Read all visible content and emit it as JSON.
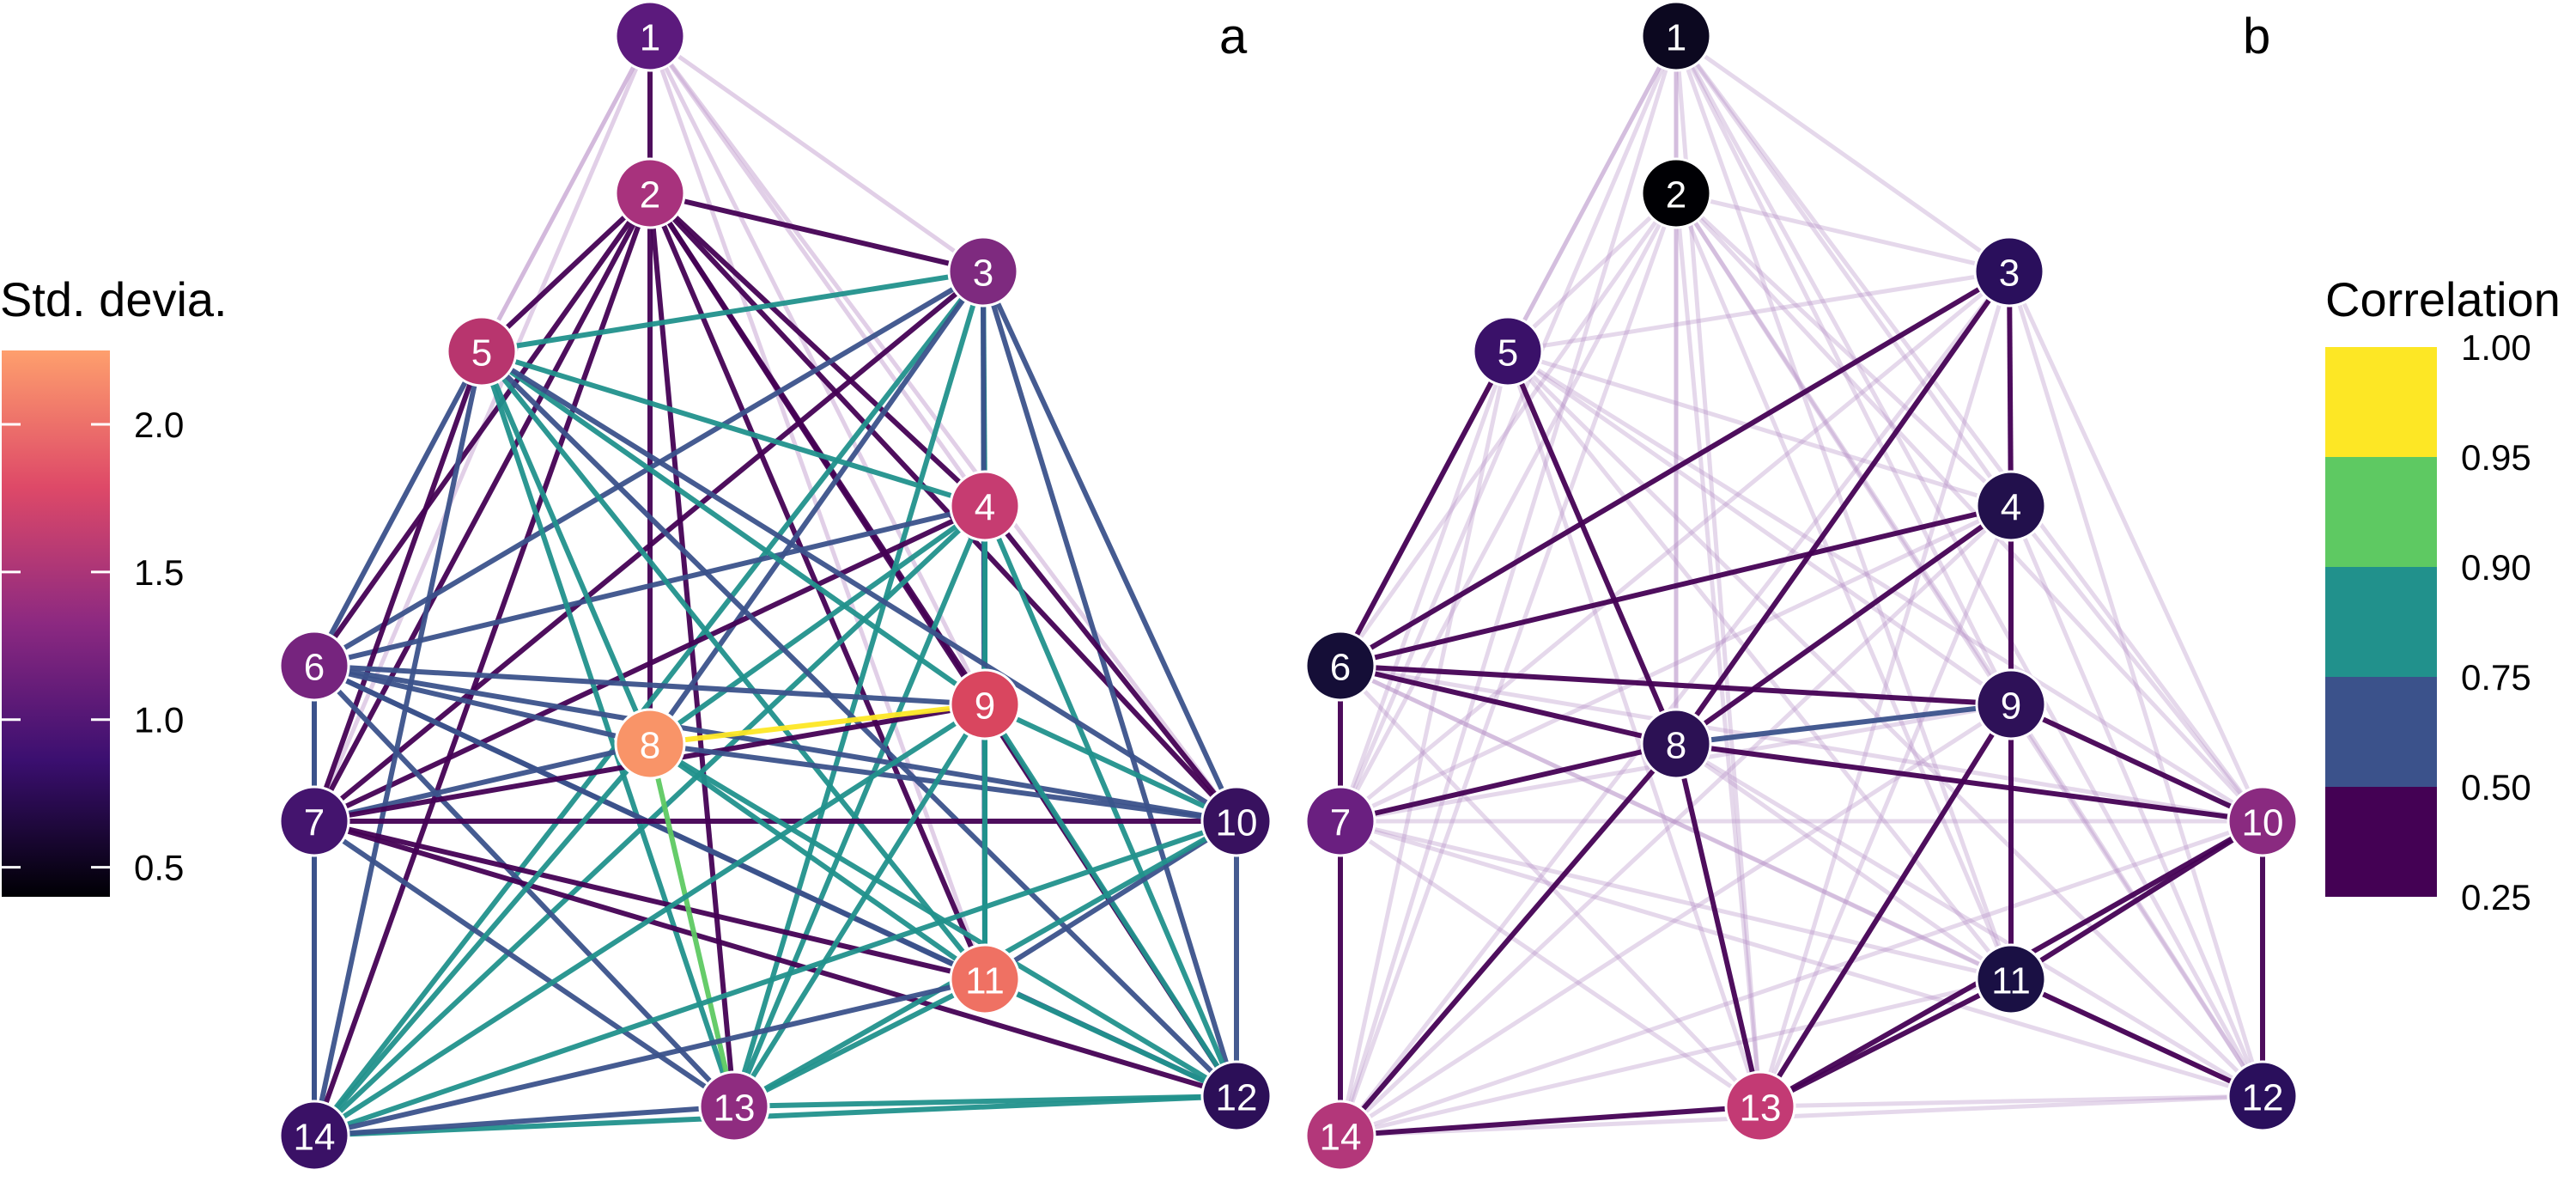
{
  "figure": {
    "panel_a": {
      "label": "a"
    },
    "panel_b": {
      "label": "b"
    }
  },
  "legend_left": {
    "title": "Std. devia.",
    "ticks": [
      "2.0",
      "1.5",
      "1.0",
      "0.5"
    ],
    "tick_values": [
      2.0,
      1.5,
      1.0,
      0.5
    ],
    "range": [
      0.4,
      2.25
    ],
    "palette": [
      "#000004",
      "#3b0f70",
      "#8c2981",
      "#de4968",
      "#fe9f6d"
    ]
  },
  "legend_right": {
    "title": "Correlation",
    "ticks": [
      "1.00",
      "0.95",
      "0.90",
      "0.75",
      "0.50",
      "0.25"
    ],
    "bins": [
      {
        "from": 0.95,
        "to": 1.0,
        "color": "#fde725"
      },
      {
        "from": 0.9,
        "to": 0.95,
        "color": "#5ec962"
      },
      {
        "from": 0.75,
        "to": 0.9,
        "color": "#21918c"
      },
      {
        "from": 0.5,
        "to": 0.75,
        "color": "#3b528b"
      },
      {
        "from": 0.25,
        "to": 0.5,
        "color": "#440154"
      }
    ]
  },
  "nodes": [
    {
      "id": "1",
      "label": "1",
      "color_a": "#5c1a7d",
      "color_b": "#0c0820"
    },
    {
      "id": "2",
      "label": "2",
      "color_a": "#a8327d",
      "color_b": "#000004"
    },
    {
      "id": "3",
      "label": "3",
      "color_a": "#7e2a7f",
      "color_b": "#2a0f5c"
    },
    {
      "id": "4",
      "label": "4",
      "color_a": "#c63c71",
      "color_b": "#22104c"
    },
    {
      "id": "5",
      "label": "5",
      "color_a": "#b8356e",
      "color_b": "#3a1169"
    },
    {
      "id": "6",
      "label": "6",
      "color_a": "#76247e",
      "color_b": "#150e37"
    },
    {
      "id": "7",
      "label": "7",
      "color_a": "#44146e",
      "color_b": "#6a1f80"
    },
    {
      "id": "8",
      "label": "8",
      "color_a": "#f99468",
      "color_b": "#2c1154"
    },
    {
      "id": "9",
      "label": "9",
      "color_a": "#d9465f",
      "color_b": "#2e1158"
    },
    {
      "id": "10",
      "label": "10",
      "color_a": "#38115f",
      "color_b": "#8a2a80"
    },
    {
      "id": "11",
      "label": "11",
      "color_a": "#ef7163",
      "color_b": "#1a1044"
    },
    {
      "id": "12",
      "label": "12",
      "color_a": "#2c0f58",
      "color_b": "#2a0f5c"
    },
    {
      "id": "13",
      "label": "13",
      "color_a": "#8f2c80",
      "color_b": "#c33a74"
    },
    {
      "id": "14",
      "label": "14",
      "color_a": "#3a1166",
      "color_b": "#b3377a"
    }
  ],
  "edges_a": [
    {
      "s": "1",
      "t": "2",
      "c": 0.3
    },
    {
      "s": "1",
      "t": "5",
      "c": 0.2
    },
    {
      "s": "1",
      "t": "3",
      "c": 0.2
    },
    {
      "s": "1",
      "t": "4",
      "c": 0.2
    },
    {
      "s": "1",
      "t": "9",
      "c": 0.2
    },
    {
      "s": "1",
      "t": "10",
      "c": 0.2
    },
    {
      "s": "1",
      "t": "11",
      "c": 0.2
    },
    {
      "s": "1",
      "t": "6",
      "c": 0.2
    },
    {
      "s": "1",
      "t": "7",
      "c": 0.2
    },
    {
      "s": "2",
      "t": "3",
      "c": 0.35
    },
    {
      "s": "2",
      "t": "4",
      "c": 0.35
    },
    {
      "s": "2",
      "t": "5",
      "c": 0.35
    },
    {
      "s": "2",
      "t": "6",
      "c": 0.35
    },
    {
      "s": "2",
      "t": "7",
      "c": 0.35
    },
    {
      "s": "2",
      "t": "8",
      "c": 0.35
    },
    {
      "s": "2",
      "t": "9",
      "c": 0.35
    },
    {
      "s": "2",
      "t": "11",
      "c": 0.35
    },
    {
      "s": "2",
      "t": "13",
      "c": 0.35
    },
    {
      "s": "2",
      "t": "14",
      "c": 0.35
    },
    {
      "s": "2",
      "t": "10",
      "c": 0.35
    },
    {
      "s": "2",
      "t": "12",
      "c": 0.35
    },
    {
      "s": "3",
      "t": "5",
      "c": 0.85
    },
    {
      "s": "3",
      "t": "4",
      "c": 0.85
    },
    {
      "s": "3",
      "t": "9",
      "c": 0.85
    },
    {
      "s": "3",
      "t": "13",
      "c": 0.85
    },
    {
      "s": "3",
      "t": "14",
      "c": 0.85
    },
    {
      "s": "3",
      "t": "6",
      "c": 0.6
    },
    {
      "s": "3",
      "t": "7",
      "c": 0.35
    },
    {
      "s": "3",
      "t": "8",
      "c": 0.6
    },
    {
      "s": "3",
      "t": "11",
      "c": 0.6
    },
    {
      "s": "3",
      "t": "12",
      "c": 0.6
    },
    {
      "s": "3",
      "t": "10",
      "c": 0.6
    },
    {
      "s": "4",
      "t": "5",
      "c": 0.85
    },
    {
      "s": "4",
      "t": "6",
      "c": 0.6
    },
    {
      "s": "4",
      "t": "7",
      "c": 0.35
    },
    {
      "s": "4",
      "t": "8",
      "c": 0.85
    },
    {
      "s": "4",
      "t": "9",
      "c": 0.85
    },
    {
      "s": "4",
      "t": "10",
      "c": 0.35
    },
    {
      "s": "4",
      "t": "11",
      "c": 0.85
    },
    {
      "s": "4",
      "t": "12",
      "c": 0.85
    },
    {
      "s": "4",
      "t": "13",
      "c": 0.85
    },
    {
      "s": "4",
      "t": "14",
      "c": 0.85
    },
    {
      "s": "5",
      "t": "6",
      "c": 0.6
    },
    {
      "s": "5",
      "t": "7",
      "c": 0.35
    },
    {
      "s": "5",
      "t": "8",
      "c": 0.85
    },
    {
      "s": "5",
      "t": "9",
      "c": 0.85
    },
    {
      "s": "5",
      "t": "10",
      "c": 0.6
    },
    {
      "s": "5",
      "t": "11",
      "c": 0.85
    },
    {
      "s": "5",
      "t": "12",
      "c": 0.6
    },
    {
      "s": "5",
      "t": "13",
      "c": 0.85
    },
    {
      "s": "5",
      "t": "14",
      "c": 0.6
    },
    {
      "s": "6",
      "t": "7",
      "c": 0.6
    },
    {
      "s": "6",
      "t": "8",
      "c": 0.6
    },
    {
      "s": "6",
      "t": "9",
      "c": 0.6
    },
    {
      "s": "6",
      "t": "10",
      "c": 0.6
    },
    {
      "s": "6",
      "t": "11",
      "c": 0.6
    },
    {
      "s": "6",
      "t": "12",
      "c": 0.6
    },
    {
      "s": "6",
      "t": "13",
      "c": 0.6
    },
    {
      "s": "6",
      "t": "14",
      "c": 0.6
    },
    {
      "s": "7",
      "t": "8",
      "c": 0.6
    },
    {
      "s": "7",
      "t": "9",
      "c": 0.35
    },
    {
      "s": "7",
      "t": "10",
      "c": 0.35
    },
    {
      "s": "7",
      "t": "11",
      "c": 0.35
    },
    {
      "s": "7",
      "t": "12",
      "c": 0.35
    },
    {
      "s": "7",
      "t": "13",
      "c": 0.6
    },
    {
      "s": "7",
      "t": "14",
      "c": 0.6
    },
    {
      "s": "8",
      "t": "9",
      "c": 0.97
    },
    {
      "s": "8",
      "t": "10",
      "c": 0.6
    },
    {
      "s": "8",
      "t": "11",
      "c": 0.85
    },
    {
      "s": "8",
      "t": "12",
      "c": 0.85
    },
    {
      "s": "8",
      "t": "13",
      "c": 0.92
    },
    {
      "s": "8",
      "t": "14",
      "c": 0.85
    },
    {
      "s": "9",
      "t": "10",
      "c": 0.85
    },
    {
      "s": "9",
      "t": "11",
      "c": 0.85
    },
    {
      "s": "9",
      "t": "12",
      "c": 0.85
    },
    {
      "s": "9",
      "t": "13",
      "c": 0.85
    },
    {
      "s": "9",
      "t": "14",
      "c": 0.85
    },
    {
      "s": "10",
      "t": "11",
      "c": 0.6
    },
    {
      "s": "10",
      "t": "12",
      "c": 0.6
    },
    {
      "s": "10",
      "t": "13",
      "c": 0.85
    },
    {
      "s": "10",
      "t": "14",
      "c": 0.85
    },
    {
      "s": "11",
      "t": "12",
      "c": 0.85
    },
    {
      "s": "11",
      "t": "13",
      "c": 0.85
    },
    {
      "s": "11",
      "t": "14",
      "c": 0.6
    },
    {
      "s": "12",
      "t": "13",
      "c": 0.85
    },
    {
      "s": "12",
      "t": "14",
      "c": 0.85
    },
    {
      "s": "13",
      "t": "14",
      "c": 0.6
    }
  ],
  "edges_b": [
    {
      "s": "6",
      "t": "3",
      "c": 0.35
    },
    {
      "s": "6",
      "t": "4",
      "c": 0.35
    },
    {
      "s": "6",
      "t": "5",
      "c": 0.35
    },
    {
      "s": "6",
      "t": "7",
      "c": 0.35
    },
    {
      "s": "6",
      "t": "8",
      "c": 0.35
    },
    {
      "s": "6",
      "t": "9",
      "c": 0.35
    },
    {
      "s": "8",
      "t": "3",
      "c": 0.35
    },
    {
      "s": "8",
      "t": "4",
      "c": 0.35
    },
    {
      "s": "8",
      "t": "5",
      "c": 0.35
    },
    {
      "s": "8",
      "t": "7",
      "c": 0.35
    },
    {
      "s": "8",
      "t": "9",
      "c": 0.6
    },
    {
      "s": "8",
      "t": "10",
      "c": 0.35
    },
    {
      "s": "8",
      "t": "13",
      "c": 0.35
    },
    {
      "s": "8",
      "t": "14",
      "c": 0.35
    },
    {
      "s": "3",
      "t": "4",
      "c": 0.35
    },
    {
      "s": "4",
      "t": "9",
      "c": 0.35
    },
    {
      "s": "9",
      "t": "10",
      "c": 0.35
    },
    {
      "s": "9",
      "t": "13",
      "c": 0.35
    },
    {
      "s": "9",
      "t": "11",
      "c": 0.35
    },
    {
      "s": "11",
      "t": "10",
      "c": 0.35
    },
    {
      "s": "11",
      "t": "12",
      "c": 0.35
    },
    {
      "s": "11",
      "t": "13",
      "c": 0.35
    },
    {
      "s": "10",
      "t": "12",
      "c": 0.35
    },
    {
      "s": "10",
      "t": "13",
      "c": 0.35
    },
    {
      "s": "13",
      "t": "14",
      "c": 0.35
    },
    {
      "s": "7",
      "t": "14",
      "c": 0.35
    }
  ],
  "edges_b_faint": [
    [
      "1",
      "2"
    ],
    [
      "1",
      "3"
    ],
    [
      "1",
      "4"
    ],
    [
      "1",
      "5"
    ],
    [
      "1",
      "6"
    ],
    [
      "1",
      "7"
    ],
    [
      "1",
      "8"
    ],
    [
      "1",
      "9"
    ],
    [
      "1",
      "10"
    ],
    [
      "1",
      "11"
    ],
    [
      "1",
      "12"
    ],
    [
      "1",
      "13"
    ],
    [
      "1",
      "14"
    ],
    [
      "2",
      "3"
    ],
    [
      "2",
      "4"
    ],
    [
      "2",
      "5"
    ],
    [
      "2",
      "6"
    ],
    [
      "2",
      "7"
    ],
    [
      "2",
      "8"
    ],
    [
      "2",
      "9"
    ],
    [
      "2",
      "10"
    ],
    [
      "2",
      "11"
    ],
    [
      "2",
      "12"
    ],
    [
      "2",
      "13"
    ],
    [
      "2",
      "14"
    ],
    [
      "3",
      "5"
    ],
    [
      "3",
      "7"
    ],
    [
      "3",
      "9"
    ],
    [
      "3",
      "10"
    ],
    [
      "3",
      "11"
    ],
    [
      "3",
      "12"
    ],
    [
      "3",
      "13"
    ],
    [
      "3",
      "14"
    ],
    [
      "4",
      "5"
    ],
    [
      "4",
      "7"
    ],
    [
      "4",
      "10"
    ],
    [
      "4",
      "11"
    ],
    [
      "4",
      "12"
    ],
    [
      "4",
      "13"
    ],
    [
      "4",
      "14"
    ],
    [
      "5",
      "7"
    ],
    [
      "5",
      "9"
    ],
    [
      "5",
      "10"
    ],
    [
      "5",
      "11"
    ],
    [
      "5",
      "12"
    ],
    [
      "5",
      "13"
    ],
    [
      "5",
      "14"
    ],
    [
      "6",
      "10"
    ],
    [
      "6",
      "11"
    ],
    [
      "6",
      "12"
    ],
    [
      "6",
      "13"
    ],
    [
      "6",
      "14"
    ],
    [
      "7",
      "9"
    ],
    [
      "7",
      "10"
    ],
    [
      "7",
      "11"
    ],
    [
      "7",
      "12"
    ],
    [
      "7",
      "13"
    ],
    [
      "8",
      "11"
    ],
    [
      "8",
      "12"
    ],
    [
      "9",
      "12"
    ],
    [
      "9",
      "14"
    ],
    [
      "10",
      "14"
    ],
    [
      "11",
      "14"
    ],
    [
      "12",
      "13"
    ],
    [
      "12",
      "14"
    ]
  ]
}
